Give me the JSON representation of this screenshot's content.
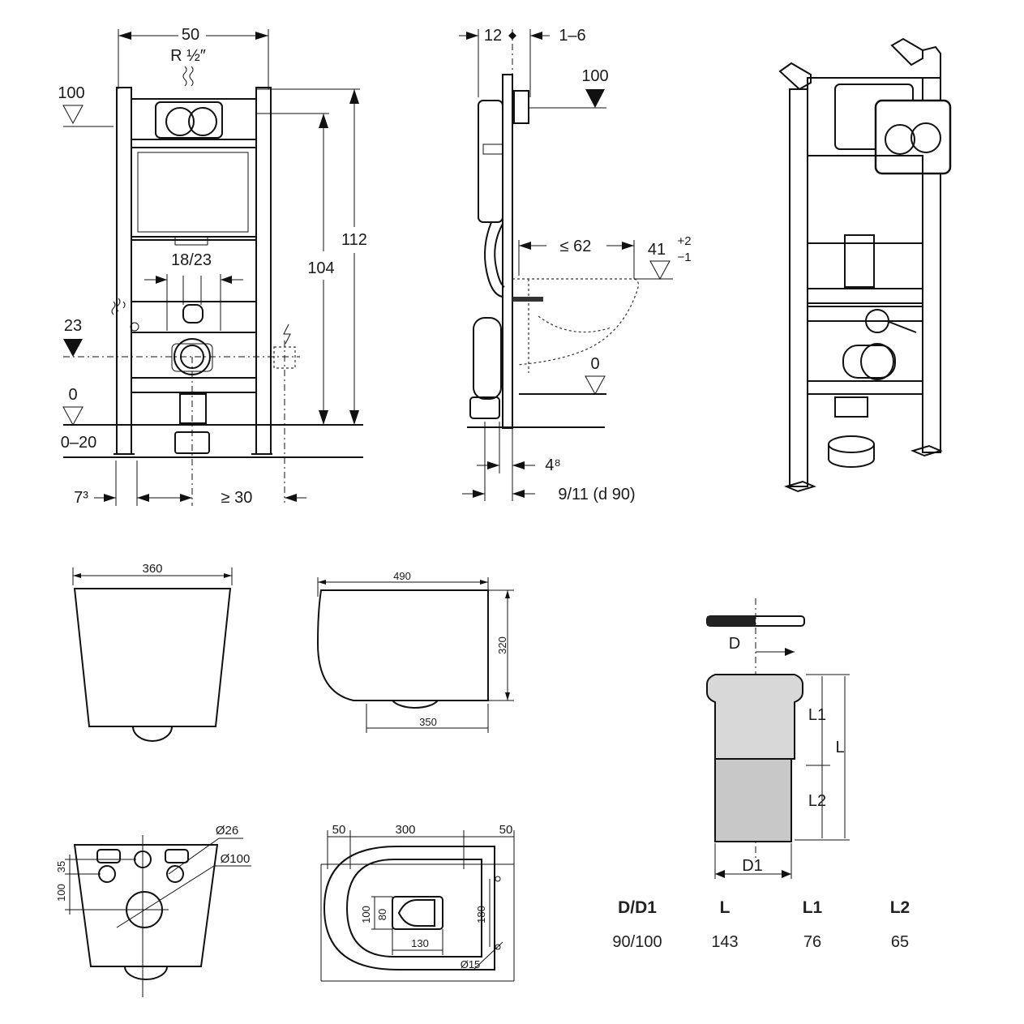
{
  "frame_front": {
    "width": "50",
    "supply": "R ½″",
    "level_100": "100",
    "level_23": "23",
    "level_0": "0",
    "floor_range": "0–20",
    "height_104": "104",
    "height_112": "112",
    "spacing": "18/23",
    "offset_left": "7³",
    "min_side": "≥ 30"
  },
  "frame_side": {
    "depth_12": "12",
    "adjust": "1–6",
    "level_100": "100",
    "reach": "≤ 62",
    "height_41": "41",
    "tol_plus": "+2",
    "tol_minus": "−1",
    "level_0": "0",
    "offset_4": "4⁸",
    "pipe": "9/11 (d 90)"
  },
  "bowl_front": {
    "width": "360"
  },
  "bowl_side": {
    "length": "490",
    "height": "320",
    "base": "350"
  },
  "bowl_rear": {
    "d26": "Ø26",
    "d100": "Ø100",
    "v35": "35",
    "v100": "100"
  },
  "bowl_top": {
    "m50_left": "50",
    "w300": "300",
    "m50_right": "50",
    "h100": "100",
    "w80": "80",
    "w130": "130",
    "h180": "180",
    "d15": "Ø15"
  },
  "connector": {
    "label_d": "D",
    "label_d1": "D1",
    "label_l": "L",
    "label_l1": "L1",
    "label_l2": "L2"
  },
  "spec_table": {
    "headers": [
      "D/D1",
      "L",
      "L1",
      "L2"
    ],
    "values": [
      "90/100",
      "143",
      "76",
      "65"
    ]
  }
}
